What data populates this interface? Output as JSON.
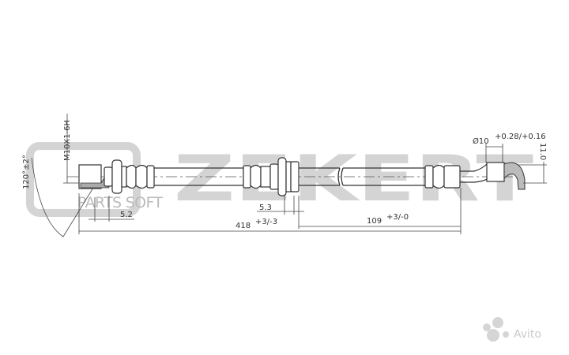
{
  "watermark": {
    "brand": "ZEKERT",
    "sub": "PARTS SOFT"
  },
  "dimensions": {
    "thread": "M10X1-6H",
    "angle": "120°±2°",
    "d1": "5.2",
    "d2": "5.3",
    "total_length": "418",
    "total_length_tol": "+3/-3",
    "end_length": "109",
    "end_length_tol": "+3/-0",
    "diameter": "Ø10",
    "diameter_tol": "+0.28/+0.16",
    "height": "11.0"
  },
  "logo": {
    "text": "Avito"
  }
}
